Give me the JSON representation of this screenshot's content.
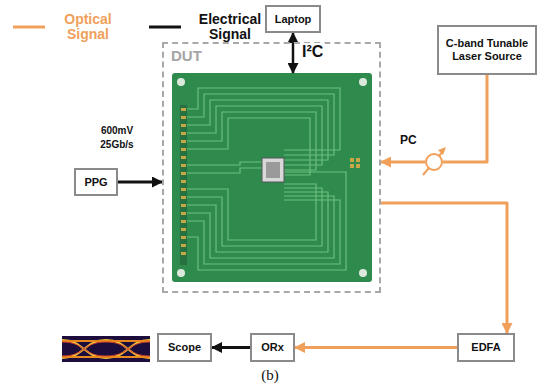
{
  "diagram": {
    "caption": "(b)",
    "nodes": [
      {
        "text": [
          "Laptop"
        ]
      },
      {
        "text": [
          "C-band Tunable Laser Source"
        ]
      },
      {
        "text": [
          "DUT"
        ]
      },
      {
        "text": [
          "PPG"
        ]
      },
      {
        "text": [
          "PC"
        ]
      },
      {
        "text": [
          "Scope"
        ]
      },
      {
        "text": [
          "ORx"
        ]
      },
      {
        "text": [
          "EDFA"
        ]
      }
    ],
    "edges": [
      {
        "from": 0,
        "to": 2,
        "arrow": "both",
        "label": "I²C"
      },
      {
        "from": 3,
        "to": 2,
        "arrow": "to"
      },
      {
        "from": 1,
        "to": 4,
        "arrow": "none"
      },
      {
        "from": 4,
        "to": 2,
        "arrow": "to"
      },
      {
        "from": 2,
        "to": 7,
        "arrow": "to"
      },
      {
        "from": 7,
        "to": 6,
        "arrow": "to"
      },
      {
        "from": 6,
        "to": 5,
        "arrow": "to"
      }
    ],
    "labels": [
      "600mV",
      "25Gb/s"
    ],
    "legend": [
      {
        "text": "Optical Signal"
      },
      {
        "text": "Electrical Signal"
      }
    ]
  }
}
